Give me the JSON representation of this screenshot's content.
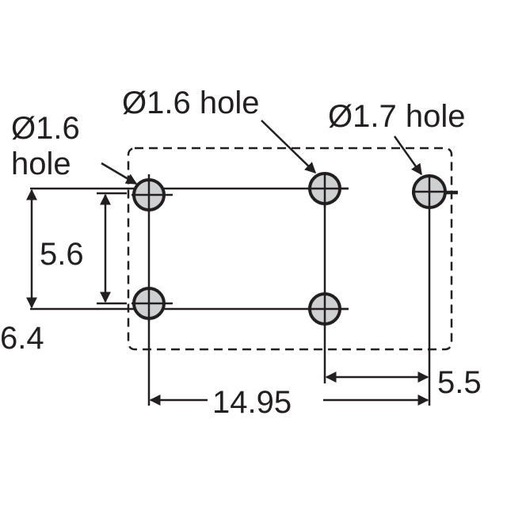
{
  "labels": {
    "hole_top_left": [
      "Ø1.6",
      "hole"
    ],
    "hole_top_mid": "Ø1.6 hole",
    "hole_top_right": "Ø1.7 hole",
    "dim_inner_vertical": "5.6",
    "dim_outer_vertical": "6.4",
    "dim_horizontal_long": "14.95",
    "dim_horizontal_short": "5.5"
  },
  "colors": {
    "ink": "#231f20",
    "hole_fill": "#cfd0d2",
    "background": "#ffffff"
  }
}
